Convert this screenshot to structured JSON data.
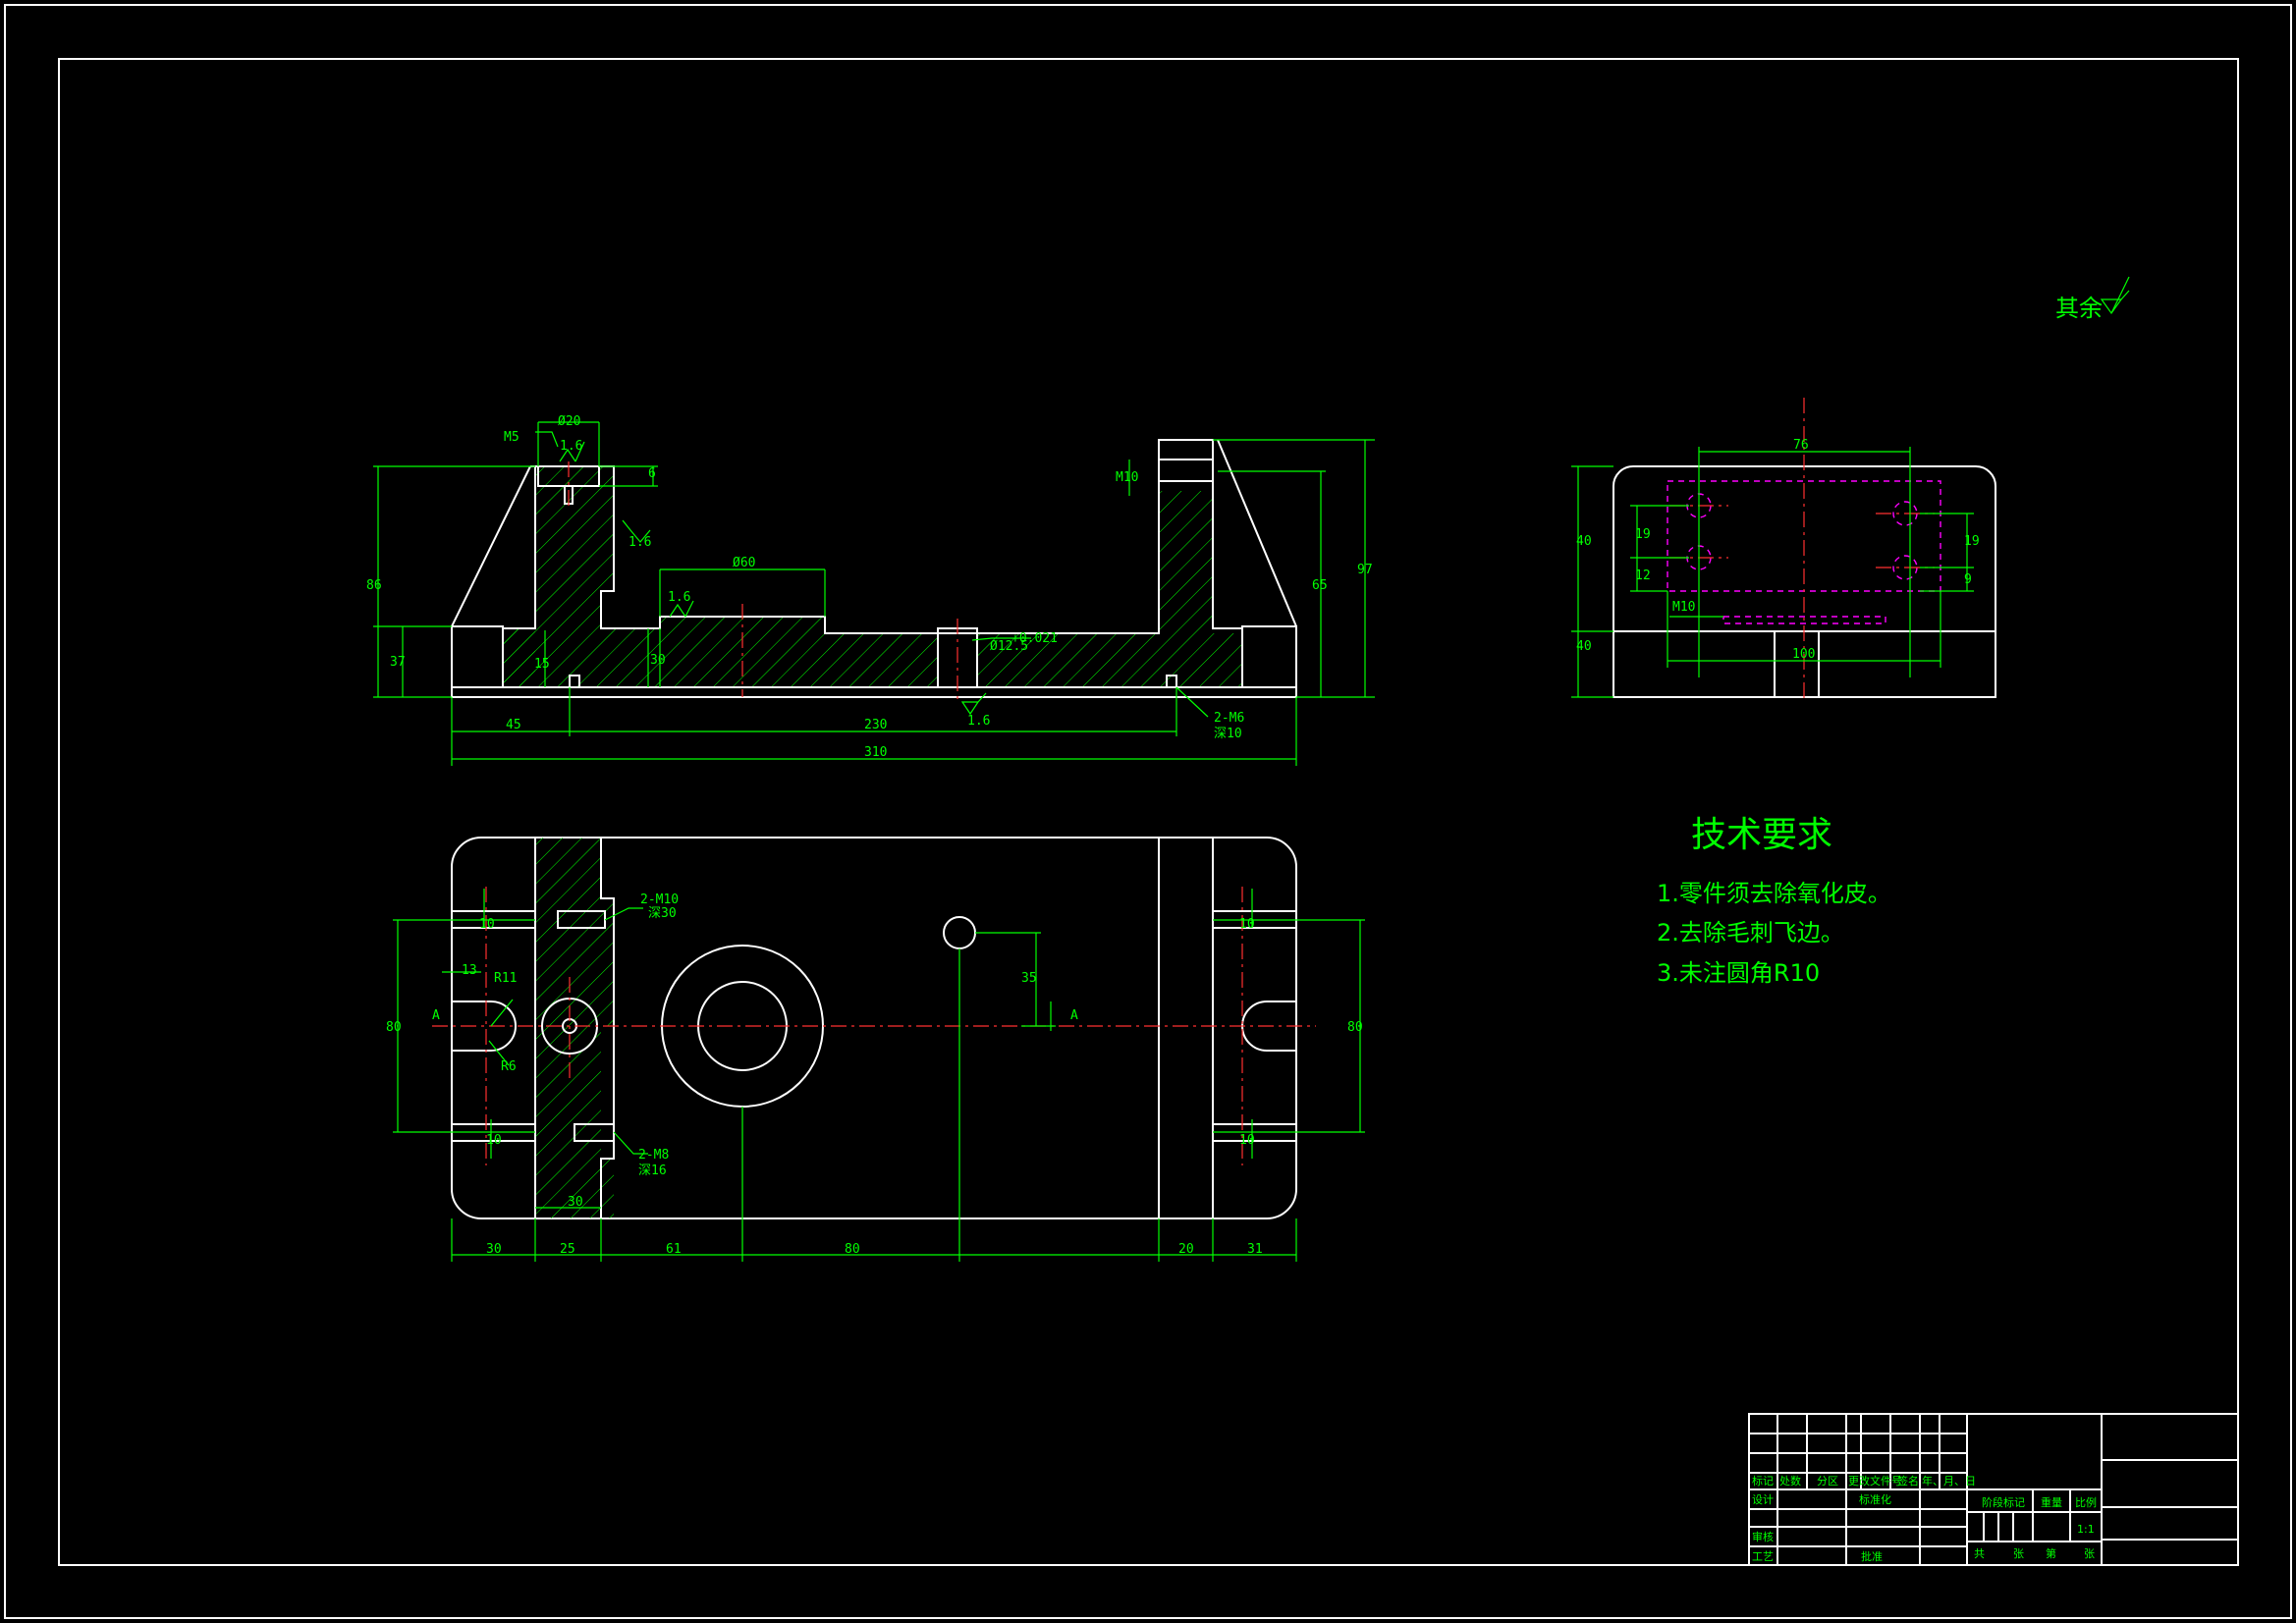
{
  "colors": {
    "outline": "#ffffff",
    "dimension": "#00ff00",
    "centerline": "#ff3030",
    "hidden": "#ff00ff",
    "background": "#000000"
  },
  "roughness_note": "其余",
  "tech": {
    "title": "技术要求",
    "items": [
      "1.零件须去除氧化皮。",
      "2.去除毛刺飞边。",
      "3.未注圆角R10"
    ]
  },
  "front_view": {
    "dims": {
      "m5": "M5",
      "d20": "Ø20",
      "r16a": "1.6",
      "d6": "6",
      "r16b": "1.6",
      "d60": "Ø60",
      "r16c": "1.6",
      "h86": "86",
      "h37": "37",
      "h15": "15",
      "h30": "30",
      "m10": "M10",
      "h65": "65",
      "h97": "97",
      "d12": "Ø12.5",
      "tol": "+0.021",
      "w45": "45",
      "w230": "230",
      "w310": "310",
      "r16d": "1.6",
      "n2m6": "2-M6",
      "deep10": "深10"
    }
  },
  "top_view": {
    "dims": {
      "n2m10": "2-M10",
      "deep30": "深30",
      "d10a": "10",
      "d13": "13",
      "r11": "R11",
      "r6": "R6",
      "h80l": "80",
      "d10b": "10",
      "n2m8": "2-M8",
      "deep16": "深16",
      "d30b": "30",
      "d35": "35",
      "secA1": "A",
      "secA2": "A",
      "d10c": "10",
      "h80r": "80",
      "d10d": "10",
      "w30": "30",
      "w25": "25",
      "w61": "61",
      "w80": "80",
      "w20": "20",
      "w31": "31"
    }
  },
  "side_view": {
    "dims": {
      "w76": "76",
      "h40a": "40",
      "h40b": "40",
      "h19a": "19",
      "h12": "12",
      "h19b": "19",
      "h9": "9",
      "m10": "M10",
      "w100": "100"
    }
  },
  "title_block": {
    "row_labels": [
      "标记",
      "处数",
      "分区",
      "更改文件号",
      "签名",
      "年、月、日"
    ],
    "design": "设计",
    "standardize": "标准化",
    "review": "审核",
    "process": "工艺",
    "approve": "批准",
    "stage": "阶段标记",
    "weight": "重量",
    "scale_label": "比例",
    "scale": "1:1",
    "sheets": "共",
    "sheet_unit": "张",
    "sheet_no": "第",
    "sheet_unit2": "张"
  }
}
